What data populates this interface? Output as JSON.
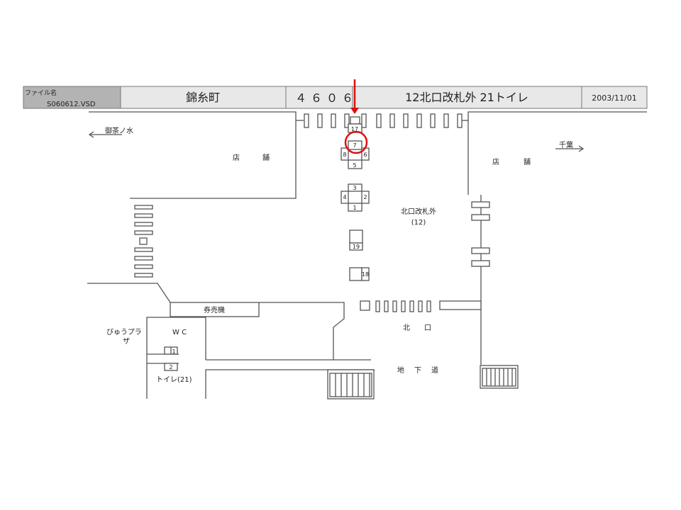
{
  "header": {
    "file_label": "ファイル名",
    "file_name": "S060612.VSD",
    "station": "錦糸町",
    "code": "４６０６",
    "title": "12北口改札外 21トイレ",
    "date": "2003/11/01"
  },
  "map": {
    "direction_left": "御茶ノ水",
    "direction_right": "千葉",
    "shop_left": [
      "店",
      "舗"
    ],
    "shop_right": [
      "店",
      "舗"
    ],
    "area_name": "北口改札外",
    "area_number": "(12)",
    "ticket_machine": "券売機",
    "view_plaza": [
      "びゅうプラ",
      "ザ"
    ],
    "wc": "W C",
    "toilet": "トイレ(21)",
    "north_exit": [
      "北",
      "口"
    ],
    "underpass": [
      "地",
      "下",
      "道"
    ],
    "booths_top": [
      "17",
      "7",
      "8",
      "6",
      "5"
    ],
    "booths_mid": [
      "3",
      "4",
      "2",
      "1"
    ],
    "booth_19": "19",
    "booth_18": "18",
    "toilet_units": [
      "1",
      "2"
    ]
  },
  "colors": {
    "highlight": "#dd1111",
    "header_bg": "#e8e8e8",
    "file_bg": "#b3b3b3"
  }
}
